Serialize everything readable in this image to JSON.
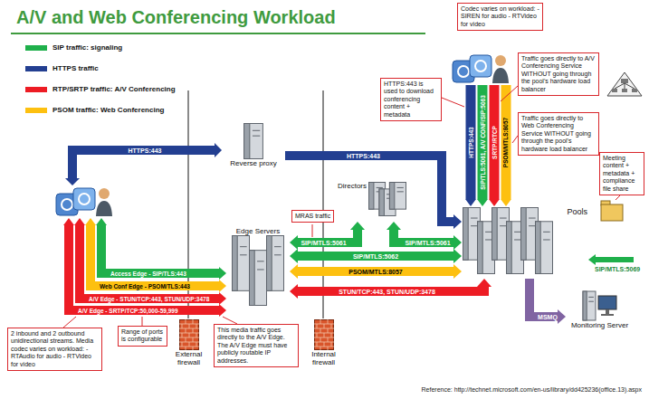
{
  "diagram": {
    "title": "A/V and Web Conferencing Workload",
    "nodes": [
      {
        "text": [
          "Codec varies on workload: - SIREN for audio - RTVideo for video"
        ]
      },
      {
        "text": [
          "Traffic goes directly to A/V Conferencing Service WITHOUT going through the pool's hardware load balancer"
        ]
      },
      {
        "text": [
          "HTTPS:443 is used to download conferencing content + metadata"
        ]
      },
      {
        "text": [
          "Reverse proxy"
        ]
      },
      {
        "text": [
          "Traffic goes directly to Web Conferencing Service WITHOUT going through the pool's hardware load balancer"
        ]
      },
      {
        "text": [
          "Meeting content + metadata + compliance file share"
        ]
      },
      {
        "text": [
          "Directors"
        ]
      },
      {
        "text": [
          "Pools"
        ]
      },
      {
        "text": [
          "MRAS traffic"
        ]
      },
      {
        "text": [
          "Edge Servers"
        ]
      },
      {
        "text": [
          "Monitoring Server"
        ]
      },
      {
        "text": [
          "2 inbound and 2 outbound unidirectional streams. Media codec varies on workload: - RTAudio for audio - RTVideo for video"
        ]
      },
      {
        "text": [
          "Range of ports is configurable"
        ]
      },
      {
        "text": [
          "This media traffic goes directly to the A/V Edge. The A/V Edge must have publicly routable IP addresses."
        ]
      },
      {
        "text": [
          "External firewall"
        ]
      },
      {
        "text": [
          "Internal firewall"
        ]
      }
    ],
    "edges": [
      {
        "from": 3,
        "to": 7,
        "label": "HTTPS:443",
        "arrow": "to"
      },
      {
        "from": 9,
        "to": 6,
        "label": "SIP/MTLS:5061",
        "arrow": "both"
      },
      {
        "from": 6,
        "to": 7,
        "label": "SIP/MTLS:5061",
        "arrow": "both"
      },
      {
        "from": 9,
        "to": 7,
        "label": "SIP/MTLS:5062",
        "arrow": "both"
      },
      {
        "from": 9,
        "to": 7,
        "label": "PSOM/MTLS:8057",
        "arrow": "both"
      },
      {
        "from": 9,
        "to": 7,
        "label": "STUN/TCP:443, STUN/UDP:3478",
        "arrow": "both"
      },
      {
        "from": 7,
        "to": 10,
        "label": "MSMQ",
        "arrow": "to"
      }
    ],
    "labels": [
      "HTTPS:443",
      "Access Edge - SIP/TLS:443",
      "Web Conf Edge - PSOM/TLS:443",
      "A/V Edge - STUN/TCP:443, STUN/UDP:3478",
      "A/V Edge - SRTP/TCP:50,000-59,999",
      "HTTPS:443",
      "SIP/TLS:5061, A/V CONF/SIP:5063",
      "SRTP/RTCP",
      "PSOM/MTLS:8057",
      "SIP/MTLS:5069",
      "Reference: http://technet.microsoft.com/en-us/library/dd425236(office.13).aspx"
    ],
    "legend": [
      {
        "text": "SIP traffic: signaling",
        "color": "#1fb04b"
      },
      {
        "text": "HTTPS traffic",
        "color": "#233f91"
      },
      {
        "text": "RTP/SRTP traffic: A/V Conferencing",
        "color": "#ed1c24"
      },
      {
        "text": "PSOM traffic: Web Conferencing",
        "color": "#fdc010"
      }
    ]
  }
}
